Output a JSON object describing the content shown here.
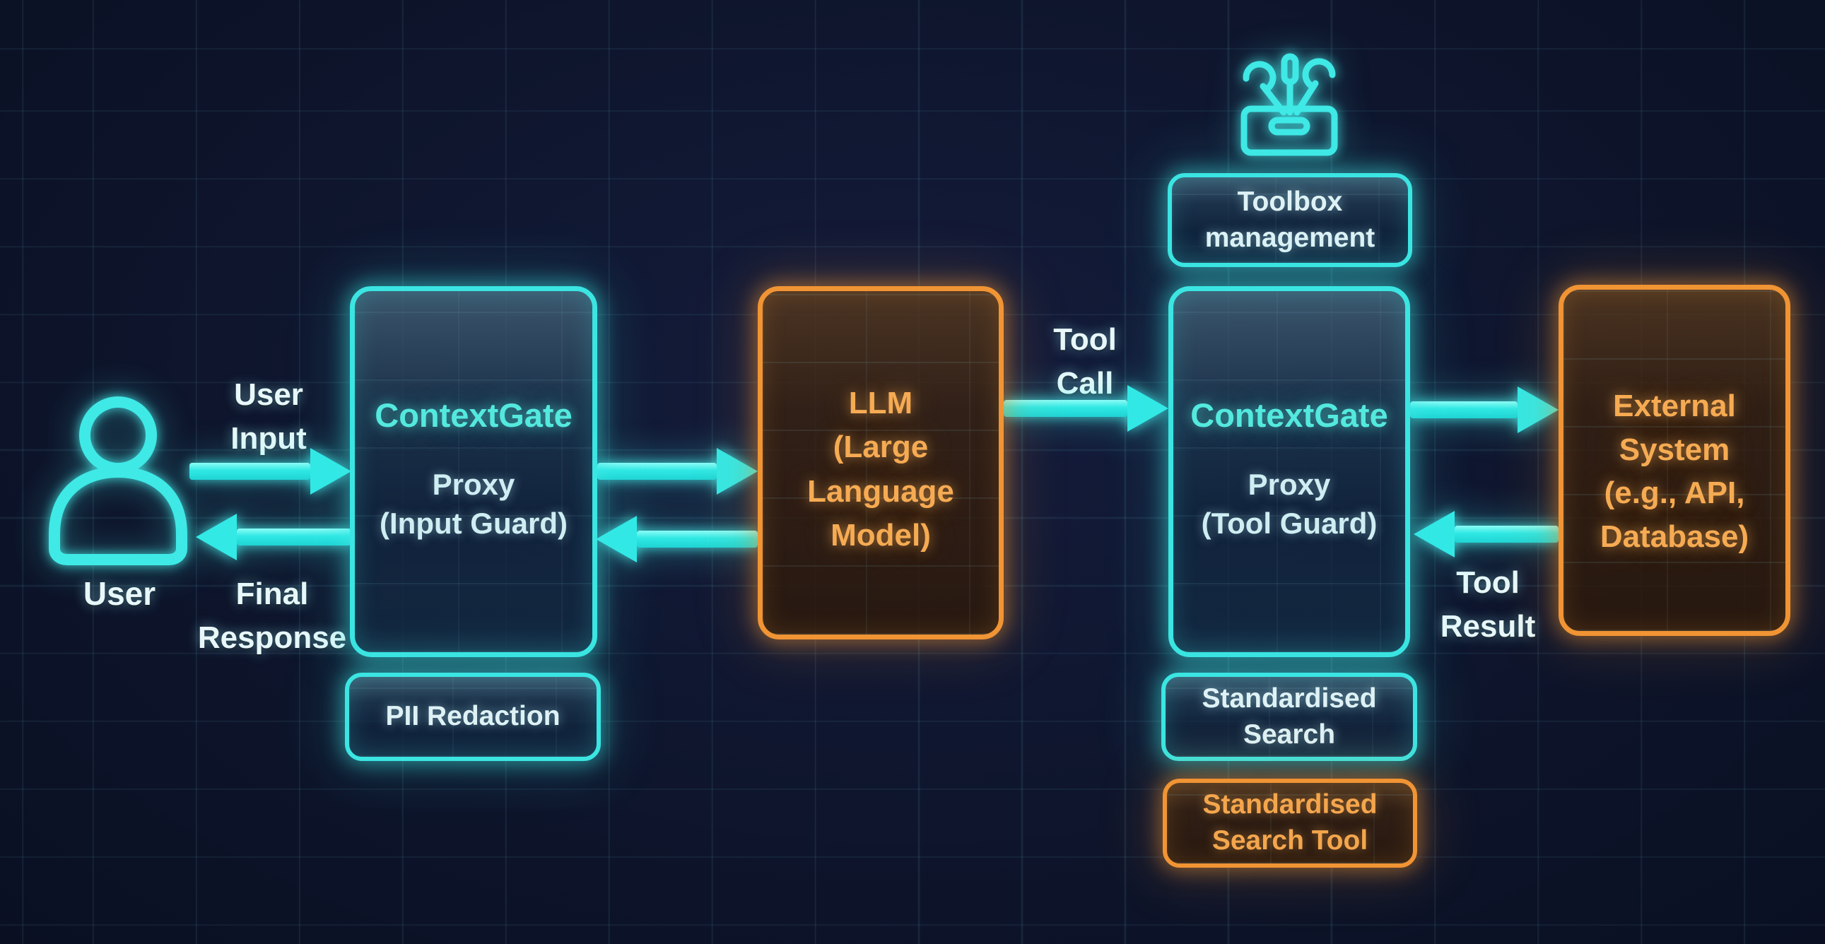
{
  "palette": {
    "background": "#0e152c",
    "cyan": "#3be5e2",
    "orange": "#f09434",
    "text_light": "#e8f8fa",
    "text_cyan": "#54e9de",
    "text_orange": "#f6ab53"
  },
  "actors": {
    "user": {
      "label": "User",
      "icon": "person-icon"
    }
  },
  "edges": {
    "user_input": "User\nInput",
    "final_response": "Final\nResponse",
    "tool_call": "Tool\nCall",
    "tool_result": "Tool\nResult"
  },
  "nodes": {
    "input_guard": {
      "title": "ContextGate",
      "subtitle": "Proxy\n(Input Guard)"
    },
    "pii_redaction": {
      "label": "PII Redaction"
    },
    "llm": {
      "label": "LLM\n(Large\nLanguage\nModel)"
    },
    "toolbox_management": {
      "label": "Toolbox\nmanagement",
      "icon": "toolbox-icon"
    },
    "tool_guard": {
      "title": "ContextGate",
      "subtitle": "Proxy\n(Tool Guard)"
    },
    "standardised_search": {
      "label": "Standardised\nSearch"
    },
    "standardised_search_tool": {
      "label": "Standardised\nSearch Tool"
    },
    "external_system": {
      "label": "External\nSystem\n(e.g., API,\nDatabase)"
    }
  }
}
